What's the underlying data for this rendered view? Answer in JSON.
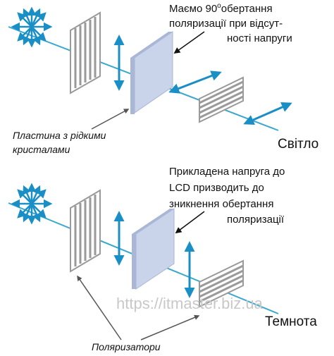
{
  "top_panel": {
    "annotation_lines": [
      "Маємо 90",
      "обертання",
      "поляризації при відсут-",
      "ності напруги"
    ],
    "degree_symbol": "о",
    "caption_lines": [
      "Пластина з рідкими",
      "кристалами"
    ],
    "result": "Світло"
  },
  "bottom_panel": {
    "annotation_lines": [
      "Прикладена напруга до",
      "LCD призводить до",
      "зникнення обертання",
      "поляризації"
    ],
    "caption": "Поляризатори",
    "result": "Темнота"
  },
  "watermark": "https://itmaster.biz.ua",
  "colors": {
    "beam": "#3aa7cf",
    "arrow": "#1a8fc6",
    "polarizer": "#9a9a9a",
    "lcd_panel": "#c9d3ea",
    "lcd_edge": "#a9b6d6"
  }
}
